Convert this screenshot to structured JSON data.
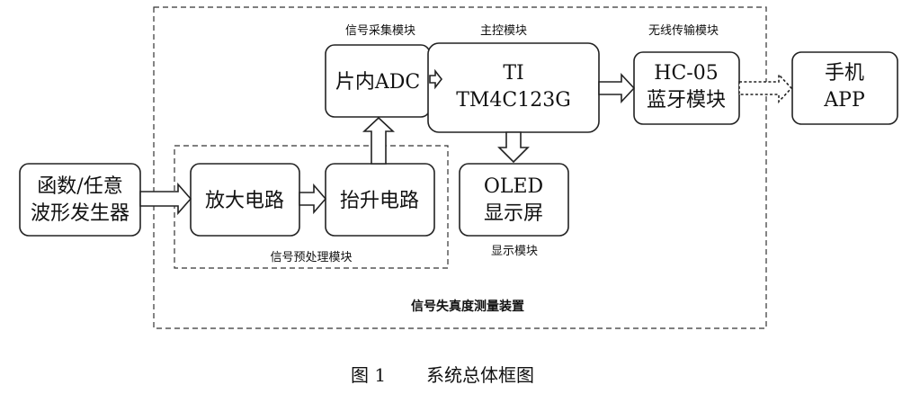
{
  "blocks": {
    "generator": {
      "line1": "函数/任意",
      "line2": "波形发生器"
    },
    "amplifier": {
      "line1": "放大电路"
    },
    "lift": {
      "line1": "抬升电路"
    },
    "adc": {
      "line1": "片内ADC"
    },
    "mcu": {
      "line1": "TI",
      "line2": "TM4C123G"
    },
    "bluetooth": {
      "line1": "HC-05",
      "line2": "蓝牙模块"
    },
    "phone": {
      "line1": "手机",
      "line2": "APP"
    },
    "oled": {
      "line1": "OLED",
      "line2": "显示屏"
    }
  },
  "module_labels": {
    "acquisition": "信号采集模块",
    "main_control": "主控模块",
    "wireless": "无线传输模块",
    "preprocess": "信号预处理模块",
    "display": "显示模块",
    "device": "信号失真度测量装置"
  },
  "caption": {
    "figure_no": "图 1",
    "title": "系统总体框图"
  }
}
